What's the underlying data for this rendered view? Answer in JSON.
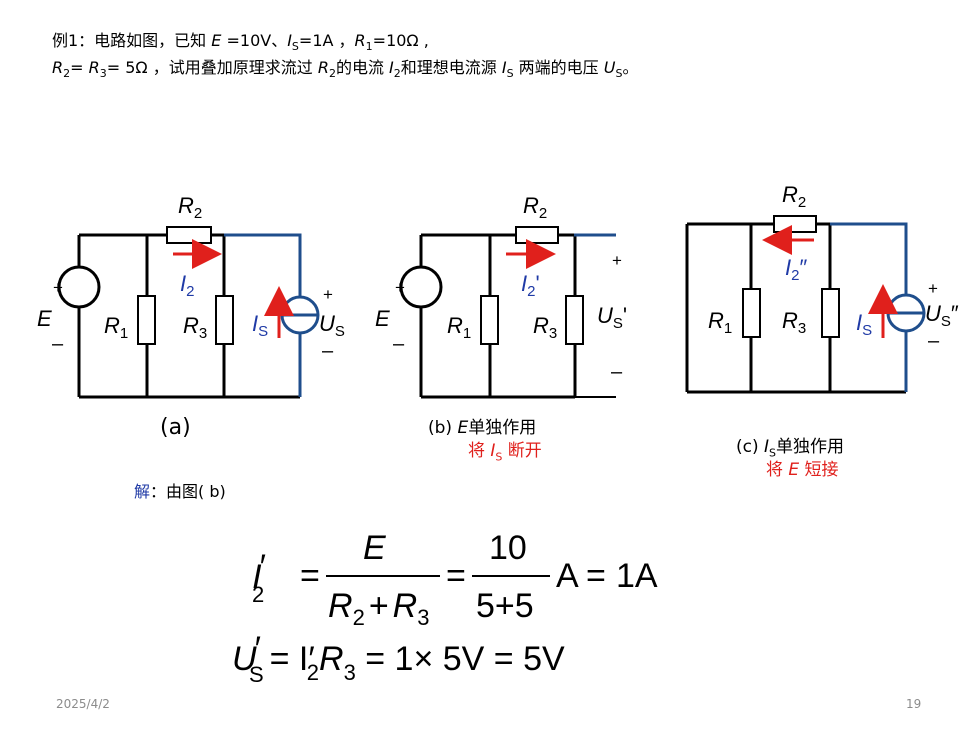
{
  "problem": {
    "line1_prefix": "例1：电路如图，已知 ",
    "line1_E": "E",
    "line1_E_value": " =10V、",
    "line1_Is": "I",
    "line1_Is_sub": "S",
    "line1_Is_value": "=1A ，",
    "line1_R1": "R",
    "line1_R1_sub": "1",
    "line1_R1_value": "=10Ω ,",
    "line2_R2": "R",
    "line2_R2_sub": "2",
    "line2_eq": "= ",
    "line2_R3": "R",
    "line2_R3_sub": "3",
    "line2_R3_value": "= 5Ω ，试用叠加原理求流过 ",
    "line2_R2b": "R",
    "line2_R2b_sub": "2",
    "line2_mid": "的电流 ",
    "line2_I2": "I",
    "line2_I2_sub": "2",
    "line2_mid2": "和理想电流源 ",
    "line2_Is": "I",
    "line2_Is_sub": "S",
    "line2_end": " 两端的电压 ",
    "line2_Us": "U",
    "line2_Us_sub": "S",
    "line2_period": "。"
  },
  "circuit_a": {
    "R2": "R",
    "R2_sub": "2",
    "I2": "I",
    "I2_sub": "2",
    "E": "E",
    "plus": "+",
    "minus": "–",
    "R1": "R",
    "R1_sub": "1",
    "R3": "R",
    "R3_sub": "3",
    "Is": "I",
    "Is_sub": "S",
    "Us": "U",
    "Us_sub": "S",
    "caption": "(a)"
  },
  "circuit_b": {
    "R2": "R",
    "R2_sub": "2",
    "I2": "I",
    "I2_sub": "2",
    "I2_prime": "'",
    "E": "E",
    "plus": "+",
    "minus": "–",
    "R1": "R",
    "R1_sub": "1",
    "R3": "R",
    "R3_sub": "3",
    "Us": "U",
    "Us_sub": "S",
    "Us_prime": "'",
    "caption_prefix": "(b) ",
    "caption_E": "E",
    "caption_suffix": "单独作用",
    "caption2_prefix": "将 ",
    "caption2_I": "I",
    "caption2_sub": "S",
    "caption2_suffix": " 断开"
  },
  "circuit_c": {
    "R2": "R",
    "R2_sub": "2",
    "I2": "I",
    "I2_sub": "2",
    "I2_prime": "″",
    "R1": "R",
    "R1_sub": "1",
    "R3": "R",
    "R3_sub": "3",
    "Is": "I",
    "Is_sub": "S",
    "Us": "U",
    "Us_sub": "S",
    "Us_prime": "″",
    "plus": "+",
    "minus": "–",
    "caption_prefix": "(c) ",
    "caption_I": "I",
    "caption_sub": "S",
    "caption_suffix": "单独作用",
    "caption2_prefix": "将 ",
    "caption2_E": "E",
    "caption2_suffix": " 短接"
  },
  "solution": {
    "label": "解",
    "text": "：由图( b)"
  },
  "formula1": {
    "lhs": "I",
    "lhs_prime": "′",
    "lhs_sub": "2",
    "eq1": "=",
    "num1": "E",
    "den1_a": "R",
    "den1_a_sub": "2",
    "den1_plus": "+",
    "den1_b": "R",
    "den1_b_sub": "3",
    "eq2": "=",
    "num2": "10",
    "den2": "5+5",
    "unit1": "A",
    "eq3": "=",
    "result": "1A"
  },
  "formula2": {
    "lhs": "U",
    "lhs_prime": "′",
    "lhs_sub": "S",
    "rhs": "= I′",
    "rhs_sub1": "2",
    "rhs_R": "R",
    "rhs_sub2": "3",
    "rest": " = 1× 5V = 5V"
  },
  "footer": {
    "date": "2025/4/2",
    "page": "19"
  },
  "colors": {
    "wire_black": "#000000",
    "wire_blue": "#1f4e8c",
    "arrow_red": "#e0201c",
    "label_blue": "#1f3aa6"
  }
}
